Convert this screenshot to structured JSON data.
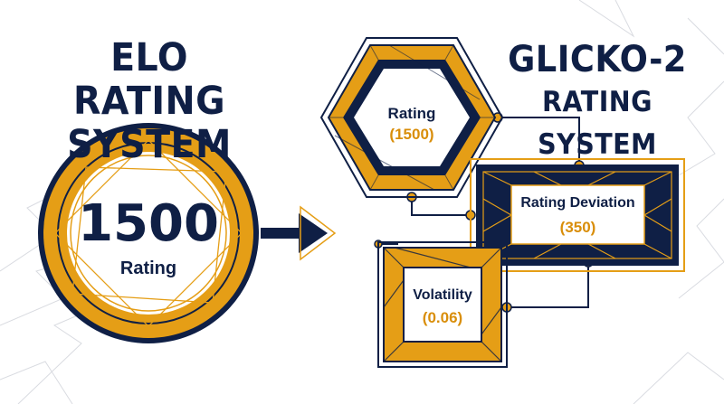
{
  "elo": {
    "title_line1": "ELO RATING",
    "title_line2": "SYSTEM",
    "value": "1500",
    "value_label": "Rating"
  },
  "glicko": {
    "title_line1": "GLICKO-2",
    "title_line2": "RATING SYSTEM",
    "rating_label": "Rating",
    "rating_value": "(1500)",
    "deviation_label": "Rating Deviation",
    "deviation_value": "(350)",
    "volatility_label": "Volatility",
    "volatility_value": "(0.06)"
  },
  "colors": {
    "navy": "#0f1f45",
    "gold": "#e59e16",
    "accent_text": "#d98e0a"
  }
}
